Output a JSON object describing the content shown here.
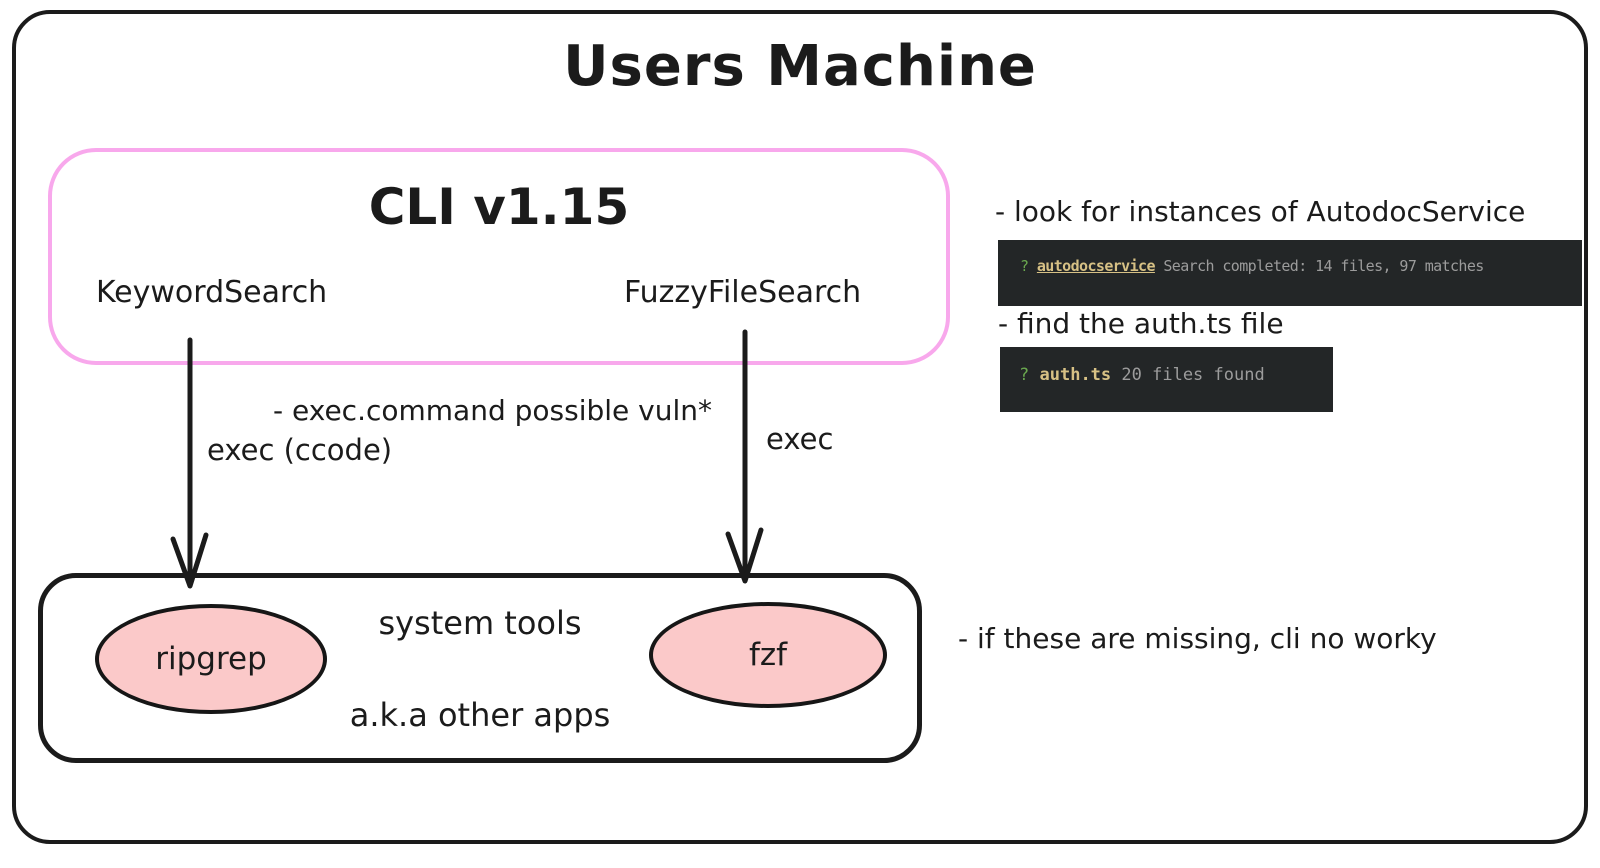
{
  "diagram": {
    "title": "Users Machine",
    "cli_box": {
      "title": "CLI v1.15",
      "feature_left": "KeywordSearch",
      "feature_right": "FuzzyFileSearch"
    },
    "arrow_labels": {
      "vuln_note": "- exec.command possible vuln*",
      "left_exec": "exec (ccode)",
      "right_exec": "exec"
    },
    "system_box": {
      "title": "system tools",
      "subtitle": "a.k.a other apps",
      "tool_left": "ripgrep",
      "tool_right": "fzf"
    },
    "notes": {
      "note1": "- look for instances of AutodocService",
      "note2": "- find the auth.ts file",
      "note3": "- if these are missing, cli no worky"
    },
    "terminals": [
      {
        "prompt": "?",
        "query": "autodocservice",
        "result": "Search completed: 14 files, 97 matches"
      },
      {
        "prompt": "?",
        "query": "auth.ts",
        "result": "20 files found"
      }
    ],
    "colors": {
      "outline": "#1b1b1b",
      "cli_border": "#f8a8ec",
      "ellipse_fill": "#fbc9c9",
      "terminal_bg": "#232627",
      "terminal_prompt_green": "#6aa84f",
      "terminal_query_tan": "#d7c185",
      "terminal_result_gray": "#9c9c9c"
    }
  }
}
